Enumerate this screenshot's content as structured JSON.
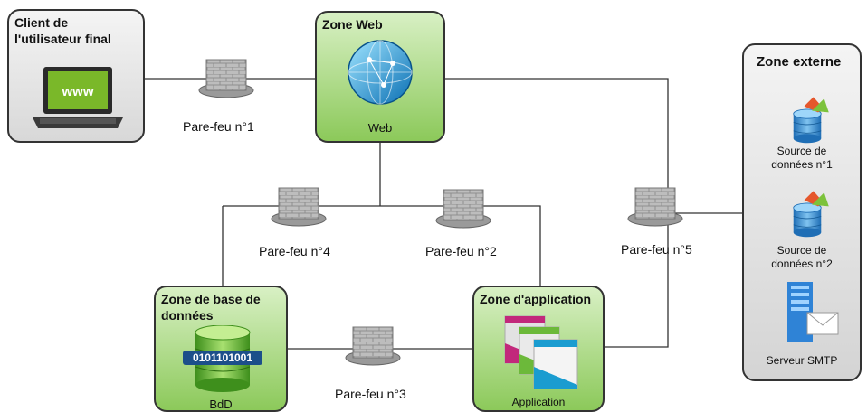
{
  "zones": {
    "client": {
      "title_line1": "Client de",
      "title_line2": "l'utilisateur final",
      "screen_text": "www"
    },
    "web": {
      "title": "Zone Web",
      "caption": "Web"
    },
    "database": {
      "title_line1": "Zone de base de",
      "title_line2": "données",
      "caption": "BdD",
      "binary_text": "0101101001"
    },
    "application": {
      "title": "Zone d'application",
      "caption": "Application"
    },
    "external": {
      "title": "Zone externe",
      "items": [
        {
          "line1": "Source de",
          "line2": "données n°1"
        },
        {
          "line1": "Source de",
          "line2": "données n°2"
        },
        {
          "line1": "Serveur SMTP"
        }
      ]
    }
  },
  "firewalls": [
    {
      "label": "Pare-feu n°1"
    },
    {
      "label": "Pare-feu n°2"
    },
    {
      "label": "Pare-feu n°3"
    },
    {
      "label": "Pare-feu n°4"
    },
    {
      "label": "Pare-feu n°5"
    }
  ],
  "colors": {
    "zone_green": "#8cc95a",
    "zone_grey": "#d8d8d8",
    "line": "#333333",
    "firewall_brick": "#b5b5b5"
  }
}
